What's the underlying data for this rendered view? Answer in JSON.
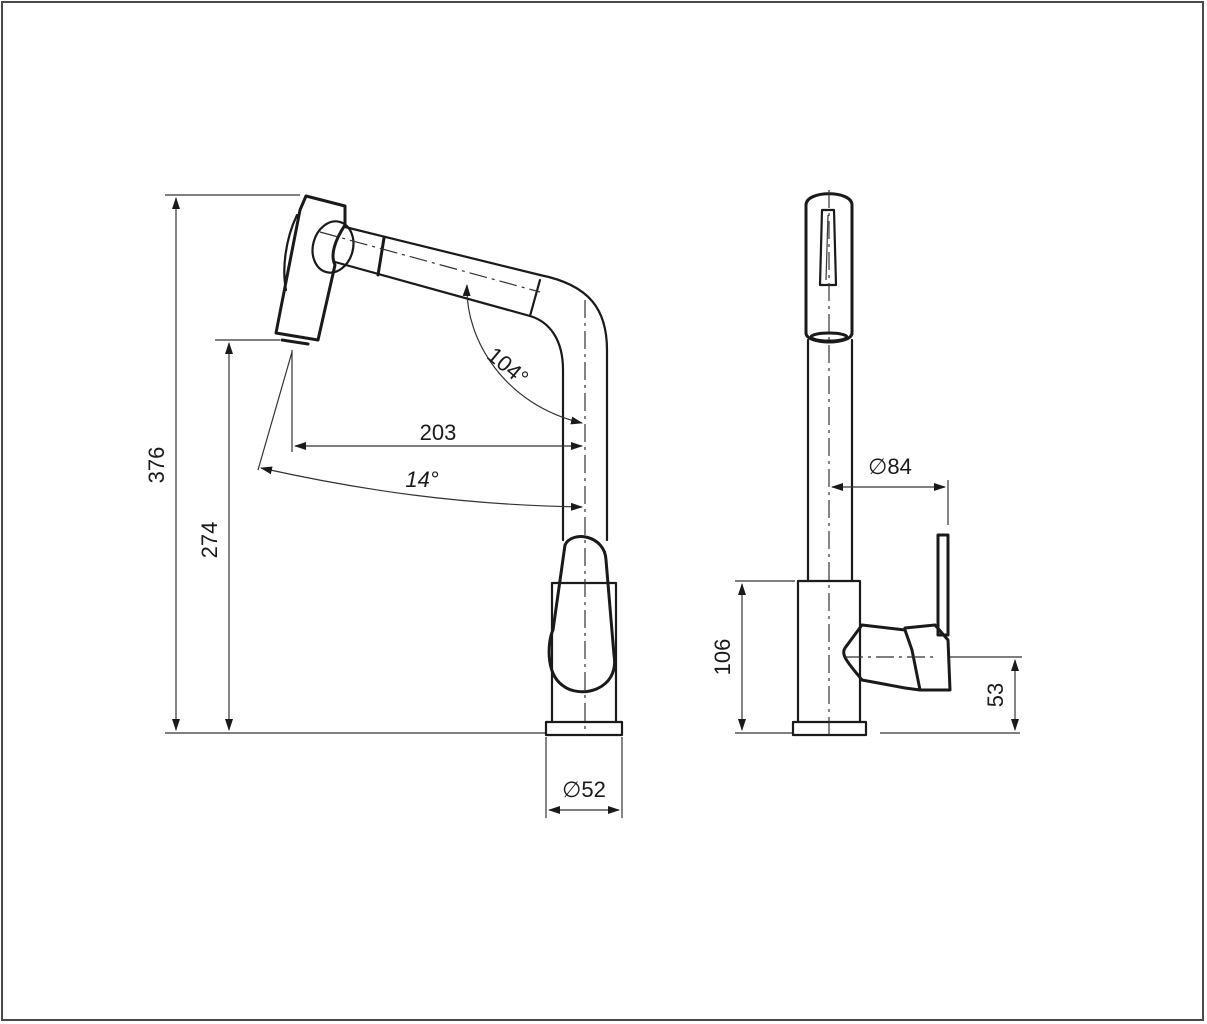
{
  "drawing": {
    "colors": {
      "ink": "#1a1a1a",
      "frame": "#4a4a4a",
      "background": "#ffffff"
    },
    "side_view": {
      "dimensions": {
        "overall_height": "376",
        "spout_outlet_height": "274",
        "spout_reach": "203",
        "spout_angle": "104°",
        "swivel_angle": "14°",
        "base_diameter": "∅52"
      }
    },
    "front_view": {
      "dimensions": {
        "lever_offset_diameter": "∅84",
        "body_height": "106",
        "lever_axis_height": "53"
      }
    }
  }
}
